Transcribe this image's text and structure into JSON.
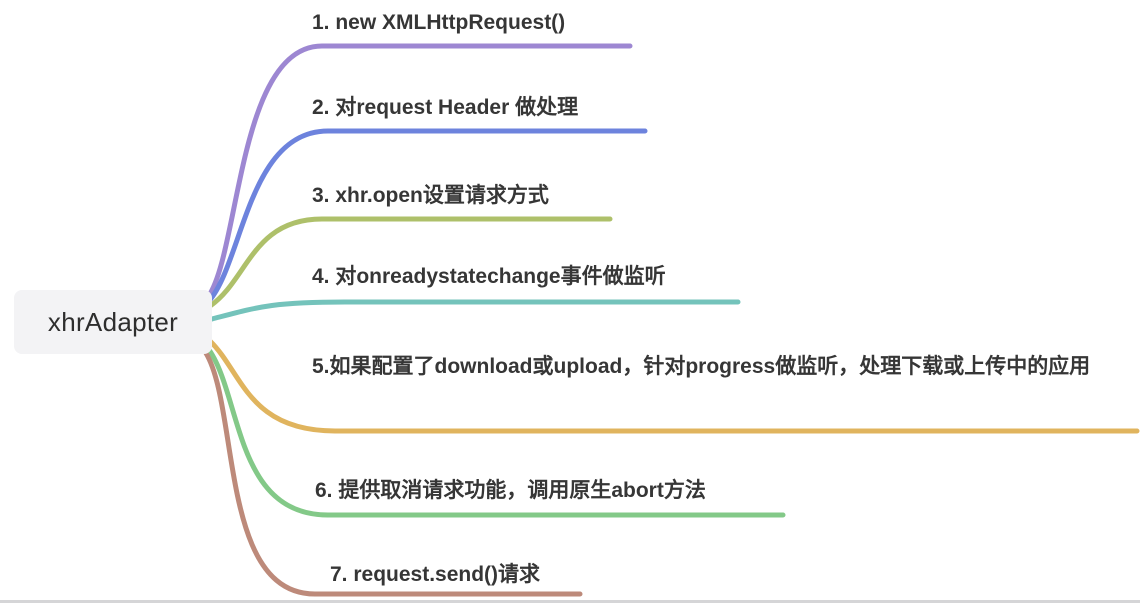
{
  "root": {
    "label": "xhrAdapter",
    "background": "#f3f3f5",
    "text_color": "#2e2e2e"
  },
  "branches": [
    {
      "label": "1. new XMLHttpRequest()",
      "color": "#9d87d2"
    },
    {
      "label": "2. 对request Header 做处理",
      "color": "#6d83dd"
    },
    {
      "label": "3. xhr.open设置请求方式",
      "color": "#aec06a"
    },
    {
      "label": "4. 对onreadystatechange事件做监听",
      "color": "#74c3bb"
    },
    {
      "label": "5.如果配置了download或upload，针对progress做监听，处理下载或上传中的应用",
      "color": "#e0b45e"
    },
    {
      "label": "6. 提供取消请求功能，调用原生abort方法",
      "color": "#83c988"
    },
    {
      "label": "7. request.send()请求",
      "color": "#bd8a7a"
    }
  ],
  "divider_color": "#d5d5d7"
}
